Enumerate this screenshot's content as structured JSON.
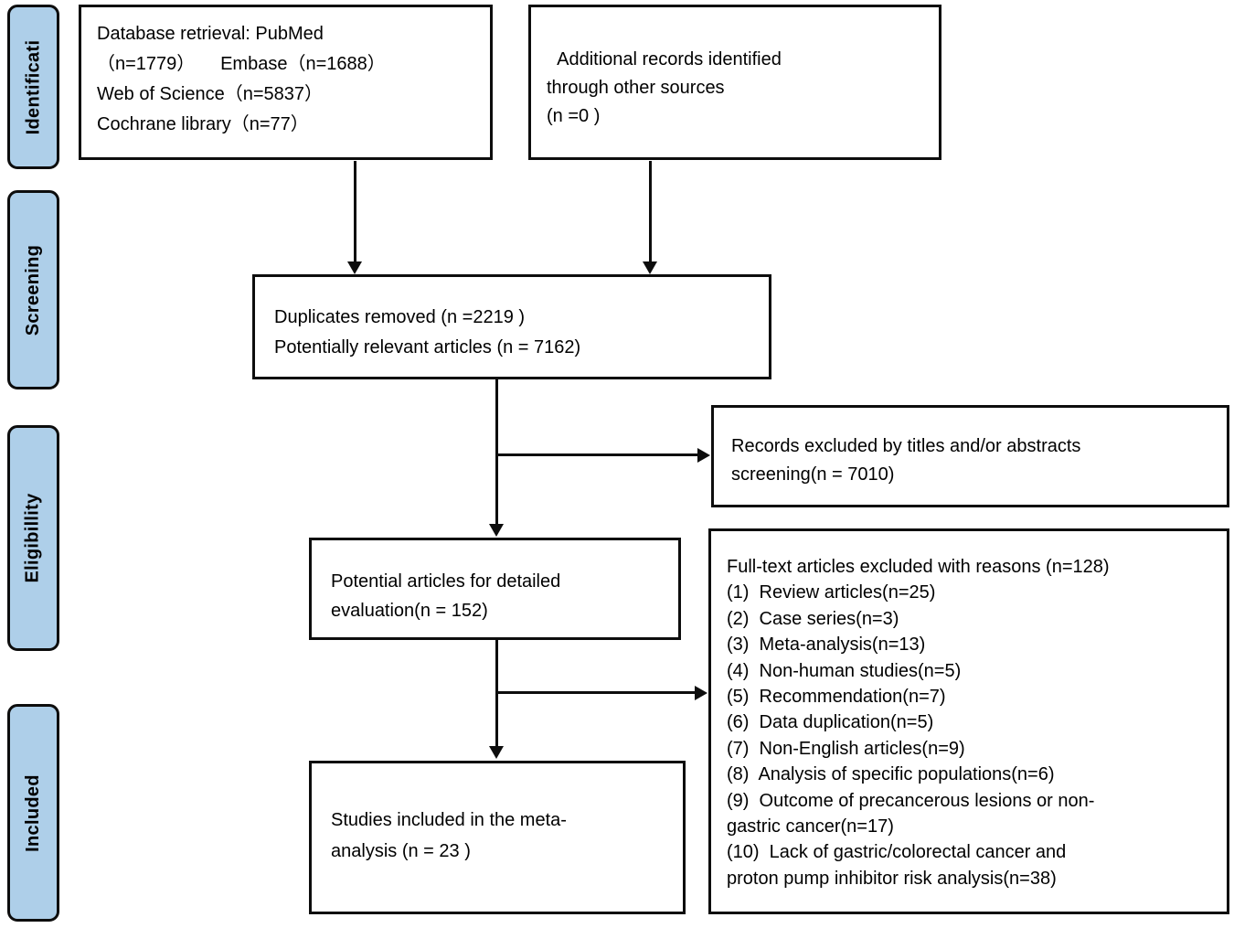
{
  "figure": {
    "type": "prisma-flow-diagram",
    "description": "Flow diagram of literature selection for a meta-analysis"
  },
  "colors": {
    "background": "#ffffff",
    "stage_fill": "#aecfe9",
    "border": "#0d0d0d",
    "text": "#000000"
  },
  "stages": [
    {
      "id": "identification",
      "label": "Identificati"
    },
    {
      "id": "screening",
      "label": "Screening"
    },
    {
      "id": "eligibility",
      "label": "Eligibillity"
    },
    {
      "id": "included",
      "label": "Included"
    }
  ],
  "boxes": {
    "databases": {
      "lines": [
        "Database retrieval: PubMed",
        "（n=1779）     Embase（n=1688）",
        "Web of Science（n=5837）",
        "Cochrane library（n=77）"
      ]
    },
    "additional": {
      "lines": [
        "  Additional records identified",
        "through other sources",
        "(n =0 )"
      ]
    },
    "duplicates": {
      "lines": [
        "Duplicates removed (n =2219 )",
        "Potentially relevant articles (n = 7162)"
      ]
    },
    "records_excluded": {
      "lines": [
        "Records excluded by titles and/or abstracts",
        "screening(n = 7010)"
      ]
    },
    "potential": {
      "lines": [
        "Potential articles for detailed",
        "evaluation(n = 152)"
      ]
    },
    "fulltext_excluded": {
      "lines": [
        "Full-text articles excluded with reasons (n=128)",
        "(1)  Review articles(n=25)",
        "(2)  Case series(n=3)",
        "(3)  Meta-analysis(n=13)",
        "(4)  Non-human studies(n=5)",
        "(5)  Recommendation(n=7)",
        "(6)  Data duplication(n=5)",
        "(7)  Non-English articles(n=9)",
        "(8)  Analysis of specific populations(n=6)",
        "(9)  Outcome of precancerous lesions or non-",
        "gastric cancer(n=17)",
        "(10)  Lack of gastric/colorectal cancer and",
        "proton pump inhibitor risk analysis(n=38)"
      ]
    },
    "included_studies": {
      "lines": [
        "Studies included in the meta-",
        "analysis (n = 23 )"
      ]
    }
  }
}
